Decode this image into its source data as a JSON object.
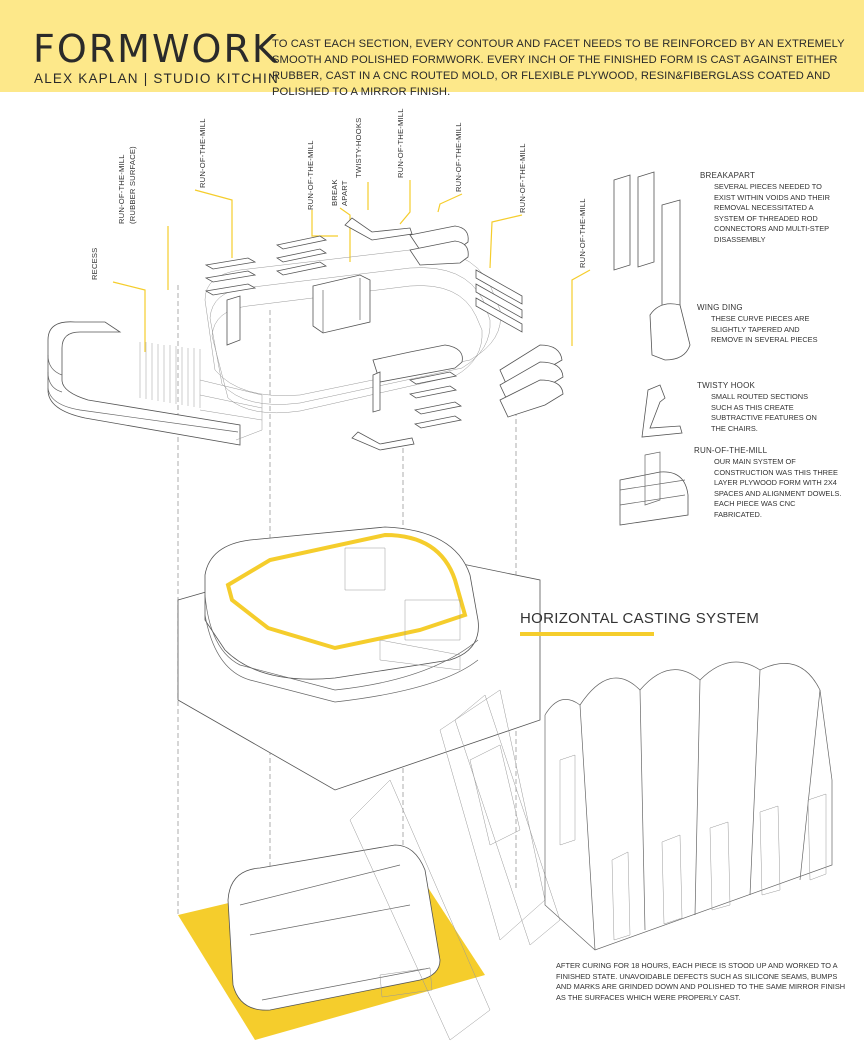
{
  "header": {
    "title": "FORMWORK",
    "subtitle": "ALEX KAPLAN | STUDIO KITCHIN",
    "intro": "TO CAST EACH SECTION, EVERY CONTOUR AND FACET NEEDS TO BE REINFORCED BY AN EXTREMELY SMOOTH AND POLISHED FORMWORK. EVERY INCH OF THE FINISHED FORM IS CAST AGAINST EITHER RUBBER, CAST IN A CNC ROUTED MOLD, OR FLEXIBLE PLYWOOD, RESIN&FIBERGLASS COATED AND POLISHED TO A MIRROR FINISH."
  },
  "labels": {
    "recess": "RECESS",
    "rubber_a": "RUN-OF-THE-MILL",
    "rubber_b": "(RUBBER SURFACE)",
    "rotm1": "RUN-OF-THE-MILL",
    "break_a": "BREAK",
    "break_b": "APART",
    "rotm2": "RUN-OF-THE-MILL",
    "twisty": "TWISTY-HOOKS",
    "rotm3": "RUN-OF-THE-MILL",
    "rotm4": "RUN-OF-THE-MILL",
    "rotm5": "RUN-OF-THE-MILL",
    "rotm6": "RUN-OF-THE-MILL"
  },
  "legend": [
    {
      "title": "BREAKAPART",
      "body": "SEVERAL PIECES NEEDED TO EXIST WITHIN VOIDS AND THEIR REMOVAL NECESSITATED A SYSTEM OF THREADED ROD CONNECTORS AND MULTI-STEP DISASSEMBLY"
    },
    {
      "title": "WING DING",
      "body": "THESE CURVE PIECES ARE SLIGHTLY TAPERED AND REMOVE IN SEVERAL PIECES"
    },
    {
      "title": "TWISTY HOOK",
      "body": "SMALL ROUTED SECTIONS SUCH AS THIS CREATE SUBTRACTIVE FEATURES ON THE CHAIRS."
    },
    {
      "title": "RUN-OF-THE-MILL",
      "body": "OUR MAIN SYSTEM OF CONSTRUCTION WAS THIS THREE LAYER PLYWOOD FORM WITH 2X4 SPACES AND ALIGNMENT DOWELS. EACH PIECE WAS CNC FABRICATED."
    }
  ],
  "section": {
    "title": "HORIZONTAL CASTING SYSTEM"
  },
  "outro": "AFTER CURING FOR 18 HOURS, EACH PIECE IS STOOD UP AND WORKED TO A FINISHED STATE. UNAVOIDABLE DEFECTS SUCH AS SILICONE SEAMS, BUMPS AND MARKS ARE GRINDED DOWN AND POLISHED TO THE SAME MIRROR FINISH AS THE SURFACES WHICH WERE PROPERLY CAST.",
  "colors": {
    "accent": "#f5cd2c",
    "header_bg": "#fde88a",
    "line": "#555555"
  }
}
